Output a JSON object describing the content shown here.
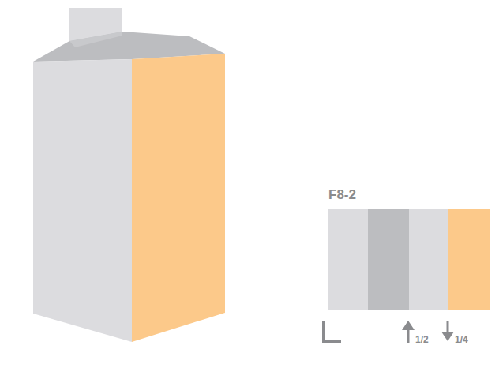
{
  "diagram": {
    "labels": [
      "F8-2",
      "1/2",
      "1/4"
    ]
  }
}
